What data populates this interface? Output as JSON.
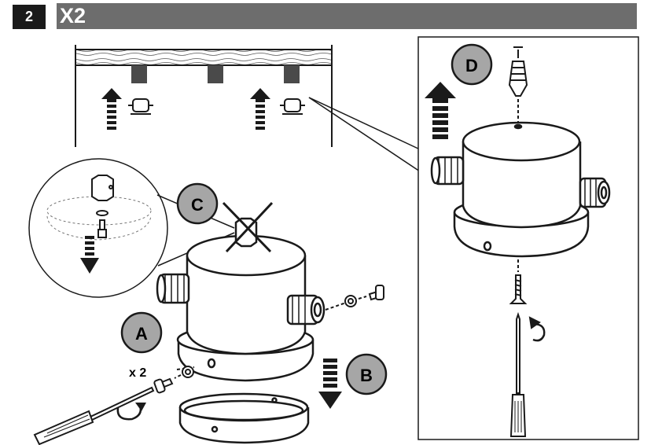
{
  "header": {
    "step_number": "2",
    "quantity": "X2"
  },
  "callouts": {
    "a": "A",
    "b": "B",
    "c": "C",
    "d": "D"
  },
  "screw_count": "x 2",
  "colors": {
    "header_bar": "#6d6d6d",
    "step_box": "#1a1a1a",
    "callout_fill": "#a6a6a6",
    "line": "#1a1a1a"
  },
  "icons": [
    "up-arrow-icon",
    "down-arrow-icon",
    "rotate-arrow-icon",
    "screwdriver-icon",
    "cross-out-icon",
    "wall-anchor-icon",
    "screw-icon",
    "mounting-bracket-icon"
  ]
}
